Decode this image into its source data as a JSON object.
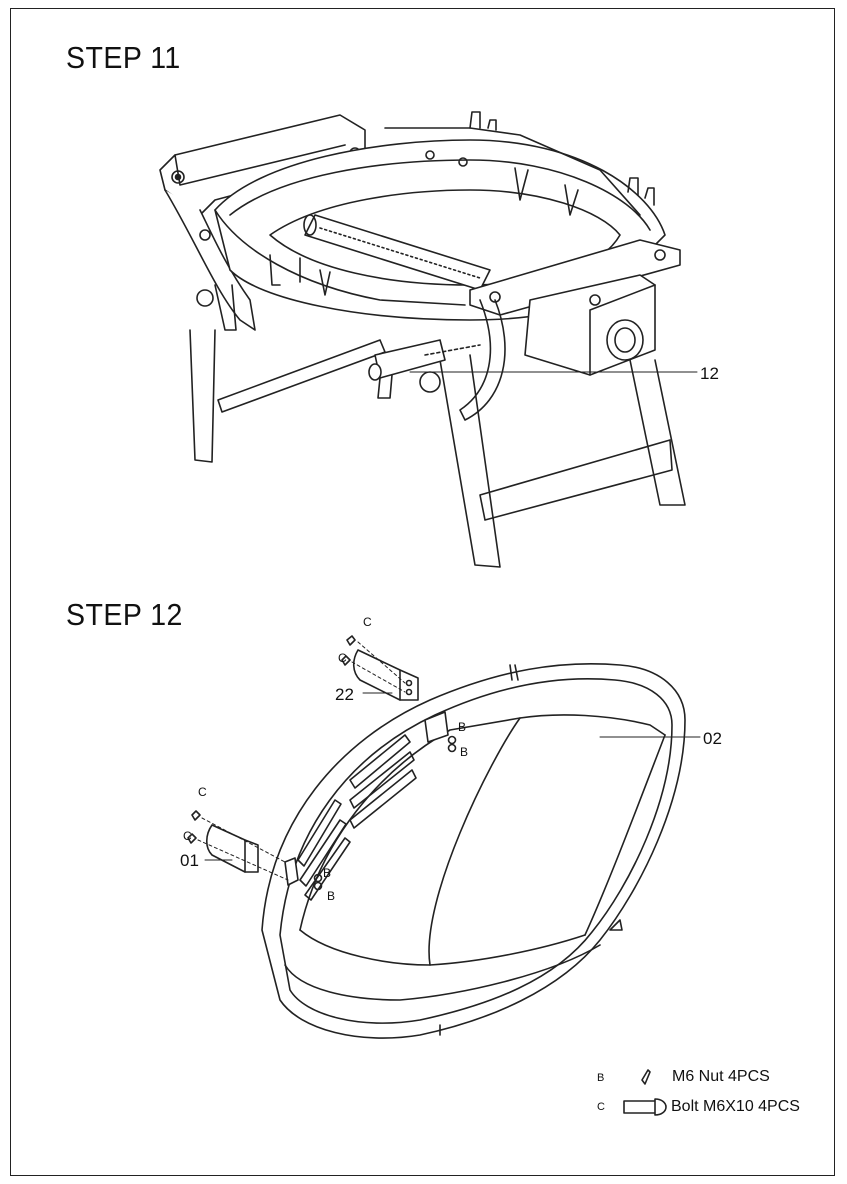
{
  "steps": [
    {
      "title": "STEP 11",
      "callouts": {
        "part_12": "12"
      }
    },
    {
      "title": "STEP 12",
      "callouts": {
        "part_22": "22",
        "part_02": "02",
        "part_01": "01",
        "hardware_b": "B",
        "hardware_c": "C"
      }
    }
  ],
  "parts_list": [
    {
      "code": "B",
      "description": "M6 Nut  4PCS",
      "icon": "nut-icon"
    },
    {
      "code": "C",
      "description": "Bolt M6X10  4PCS",
      "icon": "bolt-icon"
    }
  ]
}
